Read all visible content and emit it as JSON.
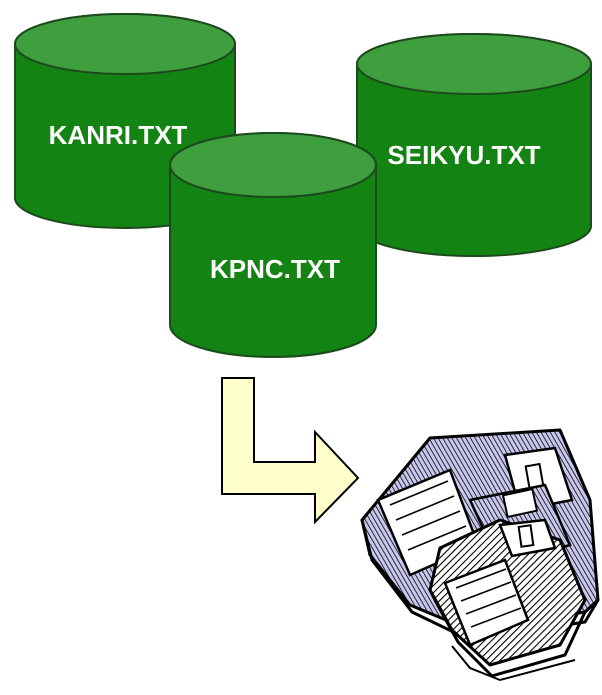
{
  "diagram": {
    "databases": [
      {
        "label": "KANRI.TXT"
      },
      {
        "label": "SEIKYU.TXT"
      },
      {
        "label": "KPNC.TXT"
      }
    ]
  },
  "colors": {
    "database_fill": "#138313",
    "database_top": "#3f9f3f",
    "database_stroke": "#1c4a1c",
    "arrow_fill": "#ffffcc",
    "arrow_stroke": "#000000",
    "floppy_ink": "#000000",
    "floppy_shade": "#b0b0e0",
    "floppy_paper": "#ffffff"
  },
  "icons": {
    "floppy": "floppy-disks-icon"
  }
}
